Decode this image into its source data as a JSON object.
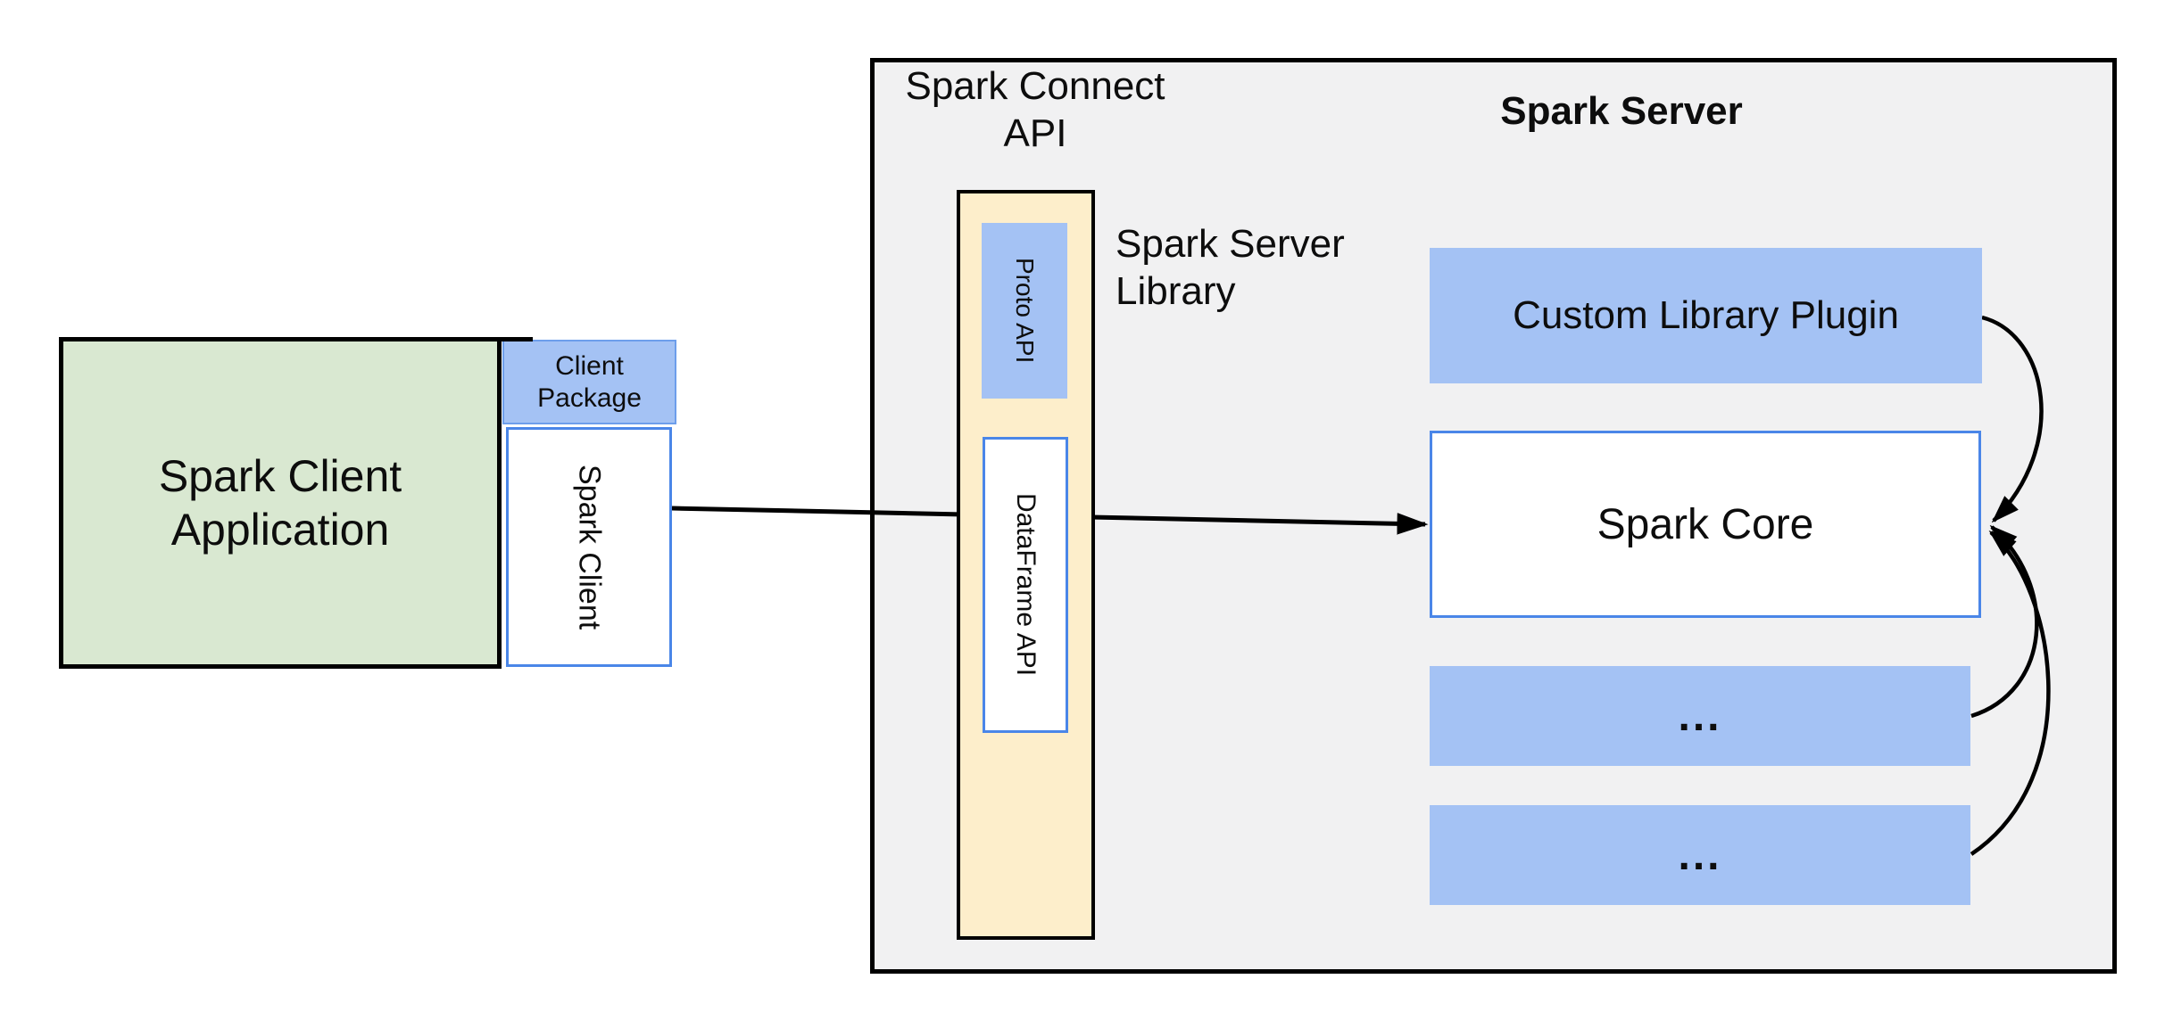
{
  "client": {
    "application_label_line1": "Spark Client",
    "application_label_line2": "Application",
    "package_label_line1": "Client",
    "package_label_line2": "Package",
    "spark_client_label": "Spark Client"
  },
  "server": {
    "connect_api_label_line1": "Spark Connect",
    "connect_api_label_line2": "API",
    "title": "Spark Server",
    "library_label_line1": "Spark Server",
    "library_label_line2": "Library",
    "proto_api_label": "Proto API",
    "dataframe_api_label": "DataFrame API",
    "custom_plugin_label": "Custom Library Plugin",
    "spark_core_label": "Spark Core",
    "plugin_slot_1_label": "...",
    "plugin_slot_2_label": "..."
  },
  "colors": {
    "box_blue_fill": "#a4c2f4",
    "box_blue_border": "#4a86e8",
    "client_green_fill": "#d9e8d1",
    "api_yellow_fill": "#fdeecb",
    "server_gray_fill": "#f1f1f2",
    "line_black": "#000000",
    "page_background": "#ffffff"
  }
}
